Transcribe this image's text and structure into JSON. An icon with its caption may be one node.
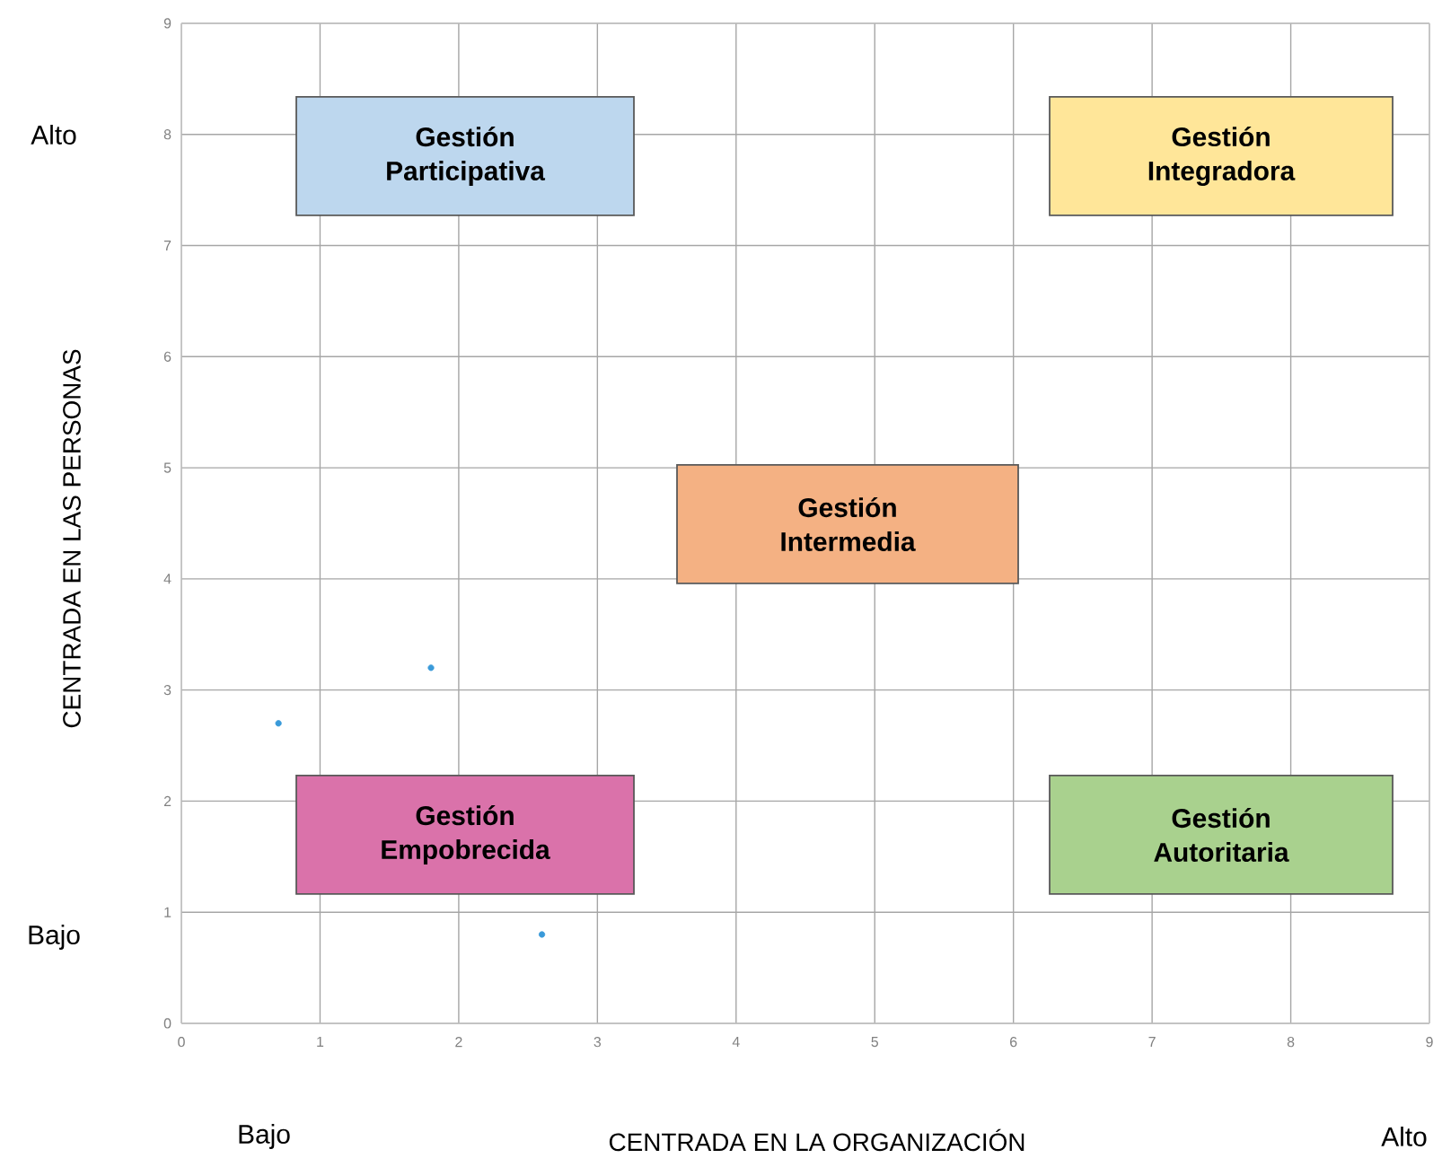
{
  "diagram": {
    "nodes": [
      {
        "text": [
          "Gestión Participativa"
        ]
      },
      {
        "text": [
          "Gestión Integradora"
        ]
      },
      {
        "text": [
          "Gestión Intermedia"
        ]
      },
      {
        "text": [
          "Gestión Empobrecida"
        ]
      },
      {
        "text": [
          "Gestión Autoritaria"
        ]
      }
    ],
    "labels": [
      "Alto",
      "Bajo",
      "Bajo",
      "Alto"
    ],
    "chart_data": {
      "type": "scatter",
      "xlabel": "CENTRADA EN LA ORGANIZACIÓN",
      "ylabel": "CENTRADA EN LAS PERSONAS",
      "x": [
        0.7,
        1.8,
        2.6
      ],
      "series": [
        {
          "color": "#3a9ad9",
          "values": [
            2.7,
            3.2,
            0.8
          ]
        }
      ],
      "grid": true,
      "xlim": [
        0,
        9
      ],
      "ylim": [
        0,
        9
      ],
      "xticks": [
        0,
        1,
        2,
        3,
        4,
        5,
        6,
        7,
        8,
        9
      ],
      "yticks": [
        0,
        1,
        2,
        3,
        4,
        5,
        6,
        7,
        8,
        9
      ]
    }
  }
}
